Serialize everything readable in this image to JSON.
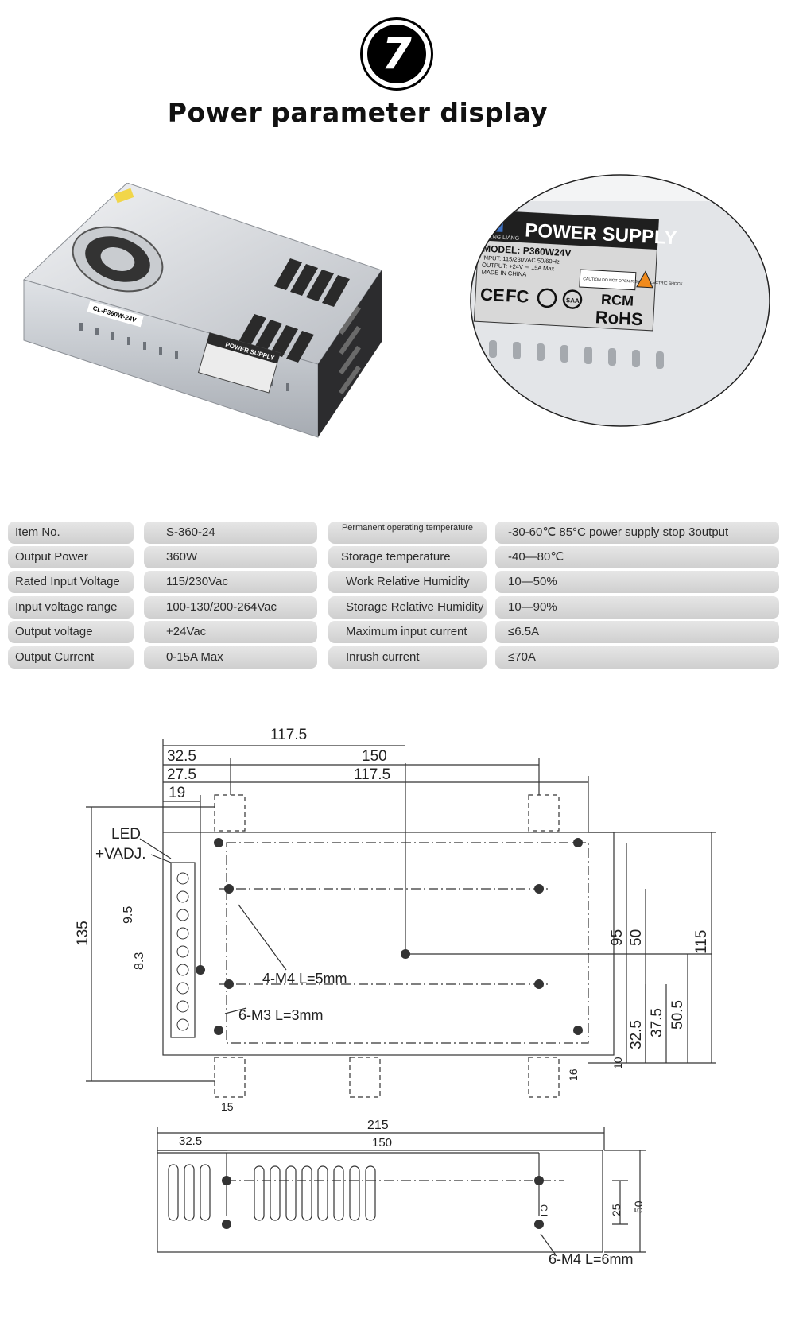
{
  "header": {
    "badge_number": "7",
    "title": "Power parameter display"
  },
  "label": {
    "brand": "CHENG LIANG",
    "product": "POWER SUPPLY",
    "model": "MODEL: P360W24V",
    "input": "INPUT: 115/230VAC  50/60Hz",
    "output": "OUTPUT: +24V  ⎓  15A Max",
    "origin": "MADE IN CHINA",
    "caution": "CAUTION DO NOT OPEN RISK OF ELECTRIC SHOCK",
    "cert_rcm": "RCM",
    "cert_rohs": "RoHS",
    "cert_ce": "CE",
    "cert_fc": "FC",
    "cert_saa": "SAA",
    "side_sticker": "CL-P360W-24V"
  },
  "specs": {
    "left": [
      {
        "name": "Item No.",
        "value": "S-360-24"
      },
      {
        "name": "Output Power",
        "value": "360W"
      },
      {
        "name": "Rated Input Voltage",
        "value": "115/230Vac"
      },
      {
        "name": "Input voltage range",
        "value": "100-130/200-264Vac"
      },
      {
        "name": "Output voltage",
        "value": "+24Vac"
      },
      {
        "name": "Output Current",
        "value": "0-15A Max"
      }
    ],
    "right": [
      {
        "name": "Permanent operating temperature",
        "value": "-30-60℃   85°C power supply stop 3output"
      },
      {
        "name": "Storage temperature",
        "value": "-40—80℃"
      },
      {
        "name": "Work Relative Humidity",
        "value": "10—50%"
      },
      {
        "name": "Storage Relative Humidity",
        "value": "10—90%"
      },
      {
        "name": "Maximum input current",
        "value": "≤6.5A"
      },
      {
        "name": "Inrush current",
        "value": "≤70A"
      }
    ]
  },
  "drawing": {
    "top_view": {
      "dims": [
        "117.5",
        "32.5",
        "150",
        "27.5",
        "117.5",
        "19",
        "135",
        "9.5",
        "8.3",
        "95",
        "50",
        "115",
        "37.5",
        "50.5",
        "32.5",
        "10",
        "15",
        "16"
      ],
      "labels": {
        "led": "LED",
        "vadj": "+VADJ.",
        "m4": "4-M4 L=5mm",
        "m3": "6-M3 L=3mm"
      }
    },
    "side_view": {
      "dims": [
        "215",
        "32.5",
        "150",
        "25",
        "50"
      ],
      "labels": {
        "cl": "C L",
        "m4": "6-M4 L=6mm"
      }
    }
  }
}
